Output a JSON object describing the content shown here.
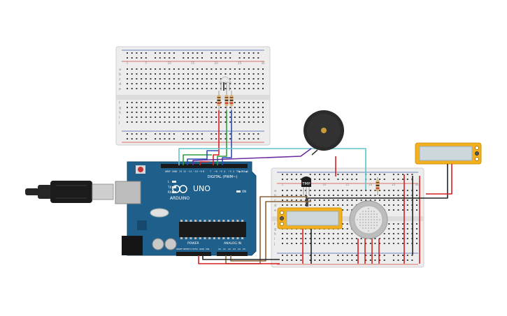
{
  "canvas": {
    "background": "#ffffff"
  },
  "colors": {
    "breadboard": "#ededed",
    "breadboard_rail_red": "#d9433b",
    "breadboard_rail_blue": "#3f5fb0",
    "arduino_board": "#1f5f8b",
    "arduino_dark": "#154a6e",
    "lcd_frame": "#f2b01e",
    "lcd_screen": "#cdd8dc",
    "wire_red": "#d71f1f",
    "wire_green": "#2f9e44",
    "wire_blue": "#2c4fb8",
    "wire_teal": "#5ec4c7",
    "wire_purple": "#6a2aa0",
    "wire_brown": "#8c6239",
    "wire_black": "#222222",
    "buzzer": "#2b2b2b",
    "usb_cable": "#262626"
  },
  "arduino": {
    "brand_label": "ARDUINO",
    "model_label": "UNO",
    "digital_header_label": "DIGITAL (PWM~)",
    "power_header_label": "POWER",
    "analog_header_label": "ANALOG IN",
    "tx_label": "TX",
    "rx_label": "RX",
    "l_label": "L",
    "on_label": "ON",
    "ioref_label": "IOREF",
    "reset_label": "RESET",
    "v33_label": "3.3V",
    "v5_label": "5V",
    "gnd_label": "GND",
    "vin_label": "VIN",
    "a0_label": "A0",
    "a1_label": "A1",
    "a2_label": "A2",
    "a3_label": "A3",
    "a4_label": "A4",
    "a5_label": "A5",
    "aref_label": "AREF",
    "pin13_label": "13",
    "pin12_label": "12",
    "pin11_label": "~11",
    "pin10_label": "~10",
    "pin9_label": "~9",
    "pin8_label": "8",
    "pin7_label": "7",
    "pin6_label": "~6",
    "pin5_label": "~5",
    "pin4_label": "4",
    "pin3_label": "~3",
    "pin2_label": "2",
    "pin1_label": "TX▶1",
    "pin0_label": "RX◀0"
  },
  "temperature_sensor": {
    "label": "TMP"
  },
  "top_breadboard": {
    "row_letters": [
      "a",
      "b",
      "c",
      "d",
      "e",
      "f",
      "g",
      "h",
      "i",
      "j"
    ],
    "column_numbers": [
      "1",
      "5",
      "10",
      "15",
      "20",
      "25",
      "30"
    ]
  },
  "bottom_breadboard": {
    "row_letters": [
      "a",
      "b",
      "c",
      "d",
      "e",
      "f",
      "g",
      "h",
      "i",
      "j"
    ],
    "column_numbers": [
      "1",
      "5",
      "10",
      "15",
      "20",
      "25",
      "30"
    ]
  }
}
